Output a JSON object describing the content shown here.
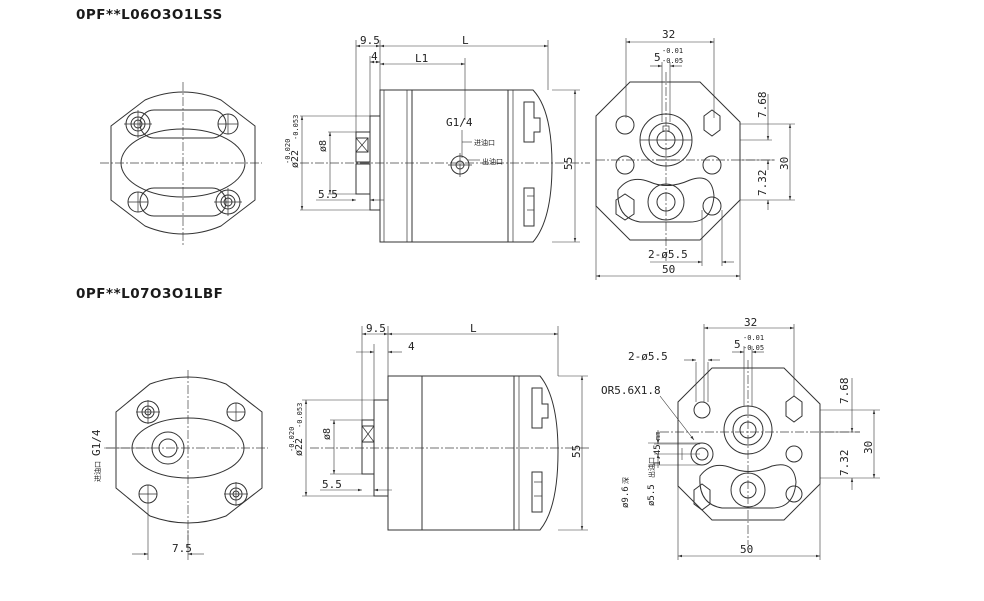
{
  "titles": {
    "model_1": "0PF**L06O3O1LSS",
    "model_2": "0PF**L07O3O1LBF"
  },
  "dims_1": {
    "L": "L",
    "L1": "L1",
    "d9_5": "9.5",
    "d4": "4",
    "d5_5": "5.5",
    "shaft_d": "ø8",
    "pilot_d": "ø22",
    "tol_upper": "-0.020",
    "tol_lower": "-0.053",
    "port": "G1/4",
    "port_in": "进油口",
    "port_out": "出油口",
    "h55": "55",
    "w32": "32",
    "key_w": "5",
    "key_tol_upper": "-0.01",
    "key_tol_lower": "-0.05",
    "v7_68": "7.68",
    "v30": "30",
    "v7_32": "7.32",
    "holes": "2-ø5.5",
    "w50": "50"
  },
  "dims_2": {
    "L": "L",
    "d9_5": "9.5",
    "d4": "4",
    "d5_5": "5.5",
    "shaft_d": "ø8",
    "pilot_d": "ø22",
    "tol_upper": "-0.020",
    "tol_lower": "-0.053",
    "port": "G1/4",
    "port_in": "进油口",
    "d7_5": "7.5",
    "h55": "55",
    "w32": "32",
    "key_w": "5",
    "key_tol_upper": "-0.01",
    "key_tol_lower": "-0.05",
    "holes": "2-ø5.5",
    "oring": "OR5.6X1.8",
    "d1_45": "1.45",
    "unit_mm": "mm",
    "d9_6": "ø9.6",
    "deep": "深",
    "d5_5b": "ø5.5",
    "port_out": "出油口",
    "v7_68": "7.68",
    "v30": "30",
    "v7_32": "7.32",
    "w50": "50"
  }
}
